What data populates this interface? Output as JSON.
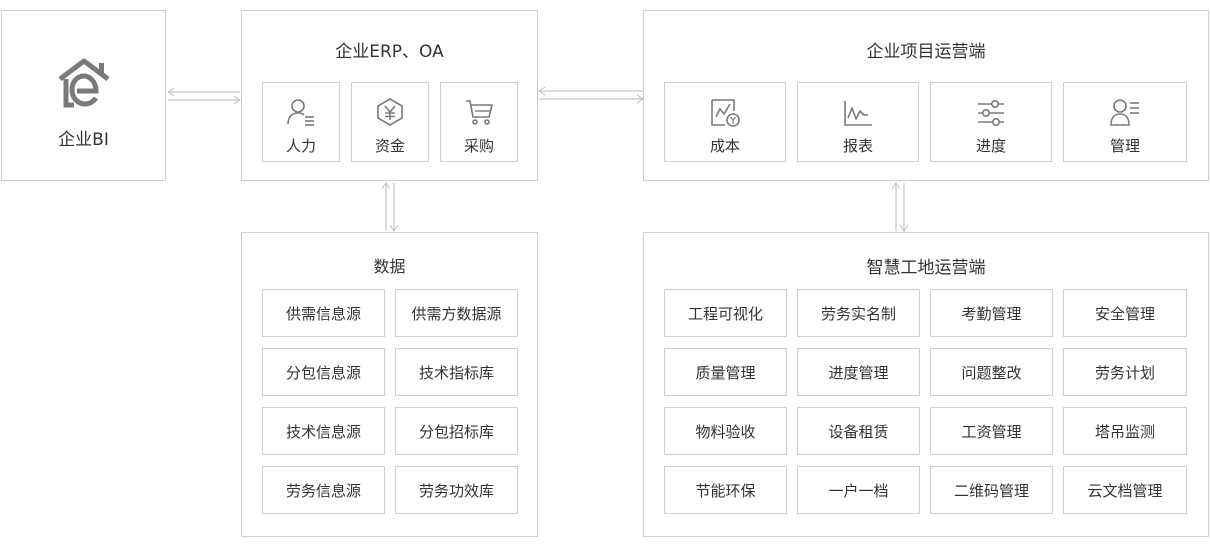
{
  "bi": {
    "label": "企业BI",
    "icon": "house-e-logo-icon"
  },
  "erp": {
    "title": "企业ERP、OA",
    "modules": [
      {
        "label": "人力",
        "icon": "person-list-icon"
      },
      {
        "label": "资金",
        "icon": "yen-hexagon-icon"
      },
      {
        "label": "采购",
        "icon": "shopping-cart-icon"
      }
    ]
  },
  "project": {
    "title": "企业项目运营端",
    "modules": [
      {
        "label": "成本",
        "icon": "chart-coin-icon"
      },
      {
        "label": "报表",
        "icon": "line-chart-icon"
      },
      {
        "label": "进度",
        "icon": "sliders-icon"
      },
      {
        "label": "管理",
        "icon": "person-list-icon"
      }
    ]
  },
  "data": {
    "title": "数据",
    "items": [
      "供需信息源",
      "供需方数据源",
      "分包信息源",
      "技术指标库",
      "技术信息源",
      "分包招标库",
      "劳务信息源",
      "劳务功效库"
    ]
  },
  "site": {
    "title": "智慧工地运营端",
    "items": [
      "工程可视化",
      "劳务实名制",
      "考勤管理",
      "安全管理",
      "质量管理",
      "进度管理",
      "问题整改",
      "劳务计划",
      "物料验收",
      "设备租赁",
      "工资管理",
      "塔吊监测",
      "节能环保",
      "一户一档",
      "二维码管理",
      "云文档管理"
    ]
  },
  "colors": {
    "border": "#cfcfcf",
    "icon": "#7a7a7a",
    "text": "#333333"
  }
}
